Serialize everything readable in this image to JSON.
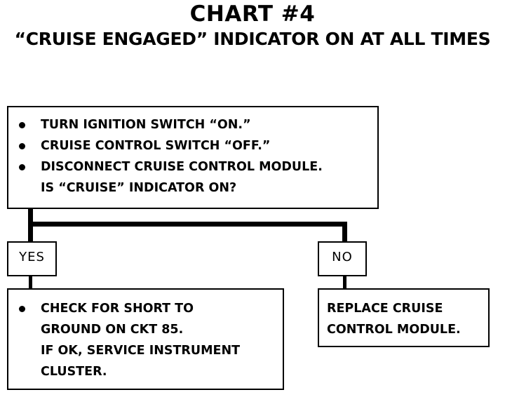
{
  "title": "CHART #4",
  "subtitle": "“CRUISE ENGAGED” INDICATOR ON AT ALL TIMES",
  "start_box": {
    "steps": [
      "TURN IGNITION SWITCH “ON.”",
      "CRUISE CONTROL SWITCH “OFF.”",
      "DISCONNECT CRUISE CONTROL MODULE."
    ],
    "question": "IS “CRUISE” INDICATOR ON?"
  },
  "yes_label": "YES",
  "no_label": "NO",
  "yes_box": {
    "lines": [
      "CHECK FOR SHORT TO",
      "GROUND ON CKT 85.",
      "IF OK, SERVICE INSTRUMENT",
      "CLUSTER."
    ]
  },
  "no_box": {
    "lines": [
      "REPLACE CRUISE",
      "CONTROL MODULE."
    ]
  }
}
